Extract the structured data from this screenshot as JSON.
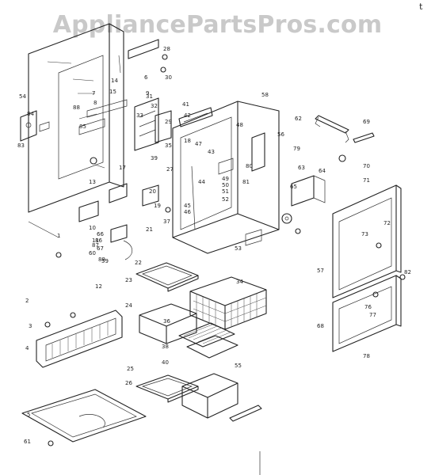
{
  "watermark": "AppliancePartsPros.com",
  "corner_mark": "t",
  "callouts": [
    {
      "id": "c1",
      "label": "1"
    },
    {
      "id": "c2",
      "label": "2"
    },
    {
      "id": "c3",
      "label": "3"
    },
    {
      "id": "c4",
      "label": "4"
    },
    {
      "id": "c5",
      "label": "5"
    },
    {
      "id": "c6",
      "label": "6"
    },
    {
      "id": "c7",
      "label": "7"
    },
    {
      "id": "c8",
      "label": "8"
    },
    {
      "id": "c9",
      "label": "9"
    },
    {
      "id": "c10",
      "label": "10"
    },
    {
      "id": "c11",
      "label": "11"
    },
    {
      "id": "c12",
      "label": "12"
    },
    {
      "id": "c13",
      "label": "13"
    },
    {
      "id": "c14",
      "label": "14"
    },
    {
      "id": "c15",
      "label": "15"
    },
    {
      "id": "c17",
      "label": "17"
    },
    {
      "id": "c18",
      "label": "18"
    },
    {
      "id": "c19",
      "label": "19"
    },
    {
      "id": "c20",
      "label": "20"
    },
    {
      "id": "c21",
      "label": "21"
    },
    {
      "id": "c22",
      "label": "22"
    },
    {
      "id": "c23",
      "label": "23"
    },
    {
      "id": "c24",
      "label": "24"
    },
    {
      "id": "c25",
      "label": "25"
    },
    {
      "id": "c26",
      "label": "26"
    },
    {
      "id": "c27",
      "label": "27"
    },
    {
      "id": "c28",
      "label": "28"
    },
    {
      "id": "c29",
      "label": "29"
    },
    {
      "id": "c30",
      "label": "30"
    },
    {
      "id": "c31",
      "label": "31"
    },
    {
      "id": "c32",
      "label": "32"
    },
    {
      "id": "c33",
      "label": "33"
    },
    {
      "id": "c34",
      "label": "34"
    },
    {
      "id": "c35",
      "label": "35"
    },
    {
      "id": "c36",
      "label": "36"
    },
    {
      "id": "c37",
      "label": "37"
    },
    {
      "id": "c38",
      "label": "38"
    },
    {
      "id": "c39",
      "label": "39"
    },
    {
      "id": "c40",
      "label": "40"
    },
    {
      "id": "c41",
      "label": "41"
    },
    {
      "id": "c42",
      "label": "42"
    },
    {
      "id": "c43",
      "label": "43"
    },
    {
      "id": "c44",
      "label": "44"
    },
    {
      "id": "c45",
      "label": "45"
    },
    {
      "id": "c46",
      "label": "46"
    },
    {
      "id": "c47",
      "label": "47"
    },
    {
      "id": "c48",
      "label": "48"
    },
    {
      "id": "c49",
      "label": "49"
    },
    {
      "id": "c50",
      "label": "50"
    },
    {
      "id": "c51",
      "label": "51"
    },
    {
      "id": "c52",
      "label": "52"
    },
    {
      "id": "c53",
      "label": "53"
    },
    {
      "id": "c54",
      "label": "54"
    },
    {
      "id": "c55",
      "label": "55"
    },
    {
      "id": "c56",
      "label": "56"
    },
    {
      "id": "c57",
      "label": "57"
    },
    {
      "id": "c58",
      "label": "58"
    },
    {
      "id": "c59",
      "label": "59"
    },
    {
      "id": "c60",
      "label": "60"
    },
    {
      "id": "c61",
      "label": "61"
    },
    {
      "id": "c62",
      "label": "62"
    },
    {
      "id": "c63",
      "label": "63"
    },
    {
      "id": "c64",
      "label": "64"
    },
    {
      "id": "c65",
      "label": "65"
    },
    {
      "id": "c66",
      "label": "66"
    },
    {
      "id": "c67",
      "label": "67"
    },
    {
      "id": "c68",
      "label": "68"
    },
    {
      "id": "c69",
      "label": "69"
    },
    {
      "id": "c70",
      "label": "70"
    },
    {
      "id": "c71",
      "label": "71"
    },
    {
      "id": "c72",
      "label": "72"
    },
    {
      "id": "c73",
      "label": "73"
    },
    {
      "id": "c76",
      "label": "76"
    },
    {
      "id": "c77",
      "label": "77"
    },
    {
      "id": "c78",
      "label": "78"
    },
    {
      "id": "c79",
      "label": "79"
    },
    {
      "id": "c80",
      "label": "80"
    },
    {
      "id": "c81",
      "label": "81"
    },
    {
      "id": "c82",
      "label": "82"
    },
    {
      "id": "c83",
      "label": "83"
    },
    {
      "id": "c84",
      "label": "84"
    },
    {
      "id": "c85",
      "label": "85"
    },
    {
      "id": "c86",
      "label": "86"
    },
    {
      "id": "c87",
      "label": "87"
    },
    {
      "id": "c88",
      "label": "88"
    },
    {
      "id": "c89",
      "label": "89"
    }
  ]
}
